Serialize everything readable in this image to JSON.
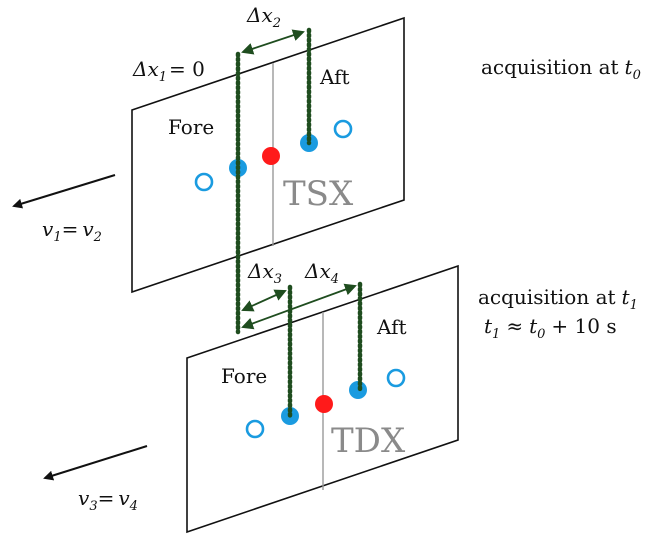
{
  "panels": {
    "top": {
      "name": "TSX",
      "fore_label": "Fore",
      "aft_label": "Aft",
      "acquisition_text": "acquisition at",
      "acquisition_var": "t",
      "acquisition_sub": "0",
      "dx1_var": "Δx",
      "dx1_sub": "1",
      "dx1_eq": "= 0",
      "dx2_var": "Δx",
      "dx2_sub": "2",
      "v_left": "v",
      "v_left_sub": "1",
      "v_eq": "=",
      "v_right": "v",
      "v_right_sub": "2"
    },
    "bottom": {
      "name": "TDX",
      "fore_label": "Fore",
      "aft_label": "Aft",
      "acquisition_text": "acquisition at",
      "acquisition_var": "t",
      "acquisition_sub": "1",
      "time_line_t1": "t",
      "time_line_t1_sub": "1",
      "time_line_approx": "≈",
      "time_line_t0": "t",
      "time_line_t0_sub": "0",
      "time_line_rest": "+ 10 s",
      "dx3_var": "Δx",
      "dx3_sub": "3",
      "dx4_var": "Δx",
      "dx4_sub": "4",
      "v_left": "v",
      "v_left_sub": "3",
      "v_eq": "=",
      "v_right": "v",
      "v_right_sub": "4"
    }
  },
  "colors": {
    "panel_border": "#111111",
    "center_line": "#9a9a9a",
    "reference_dot": "#ff1a1a",
    "phase_center": "#1a9be0",
    "phase_center_outline": "#1a9be0",
    "dotted_line": "#1f4d1f",
    "arrow": "#111111",
    "satellite_text": "#8a8a8a"
  }
}
